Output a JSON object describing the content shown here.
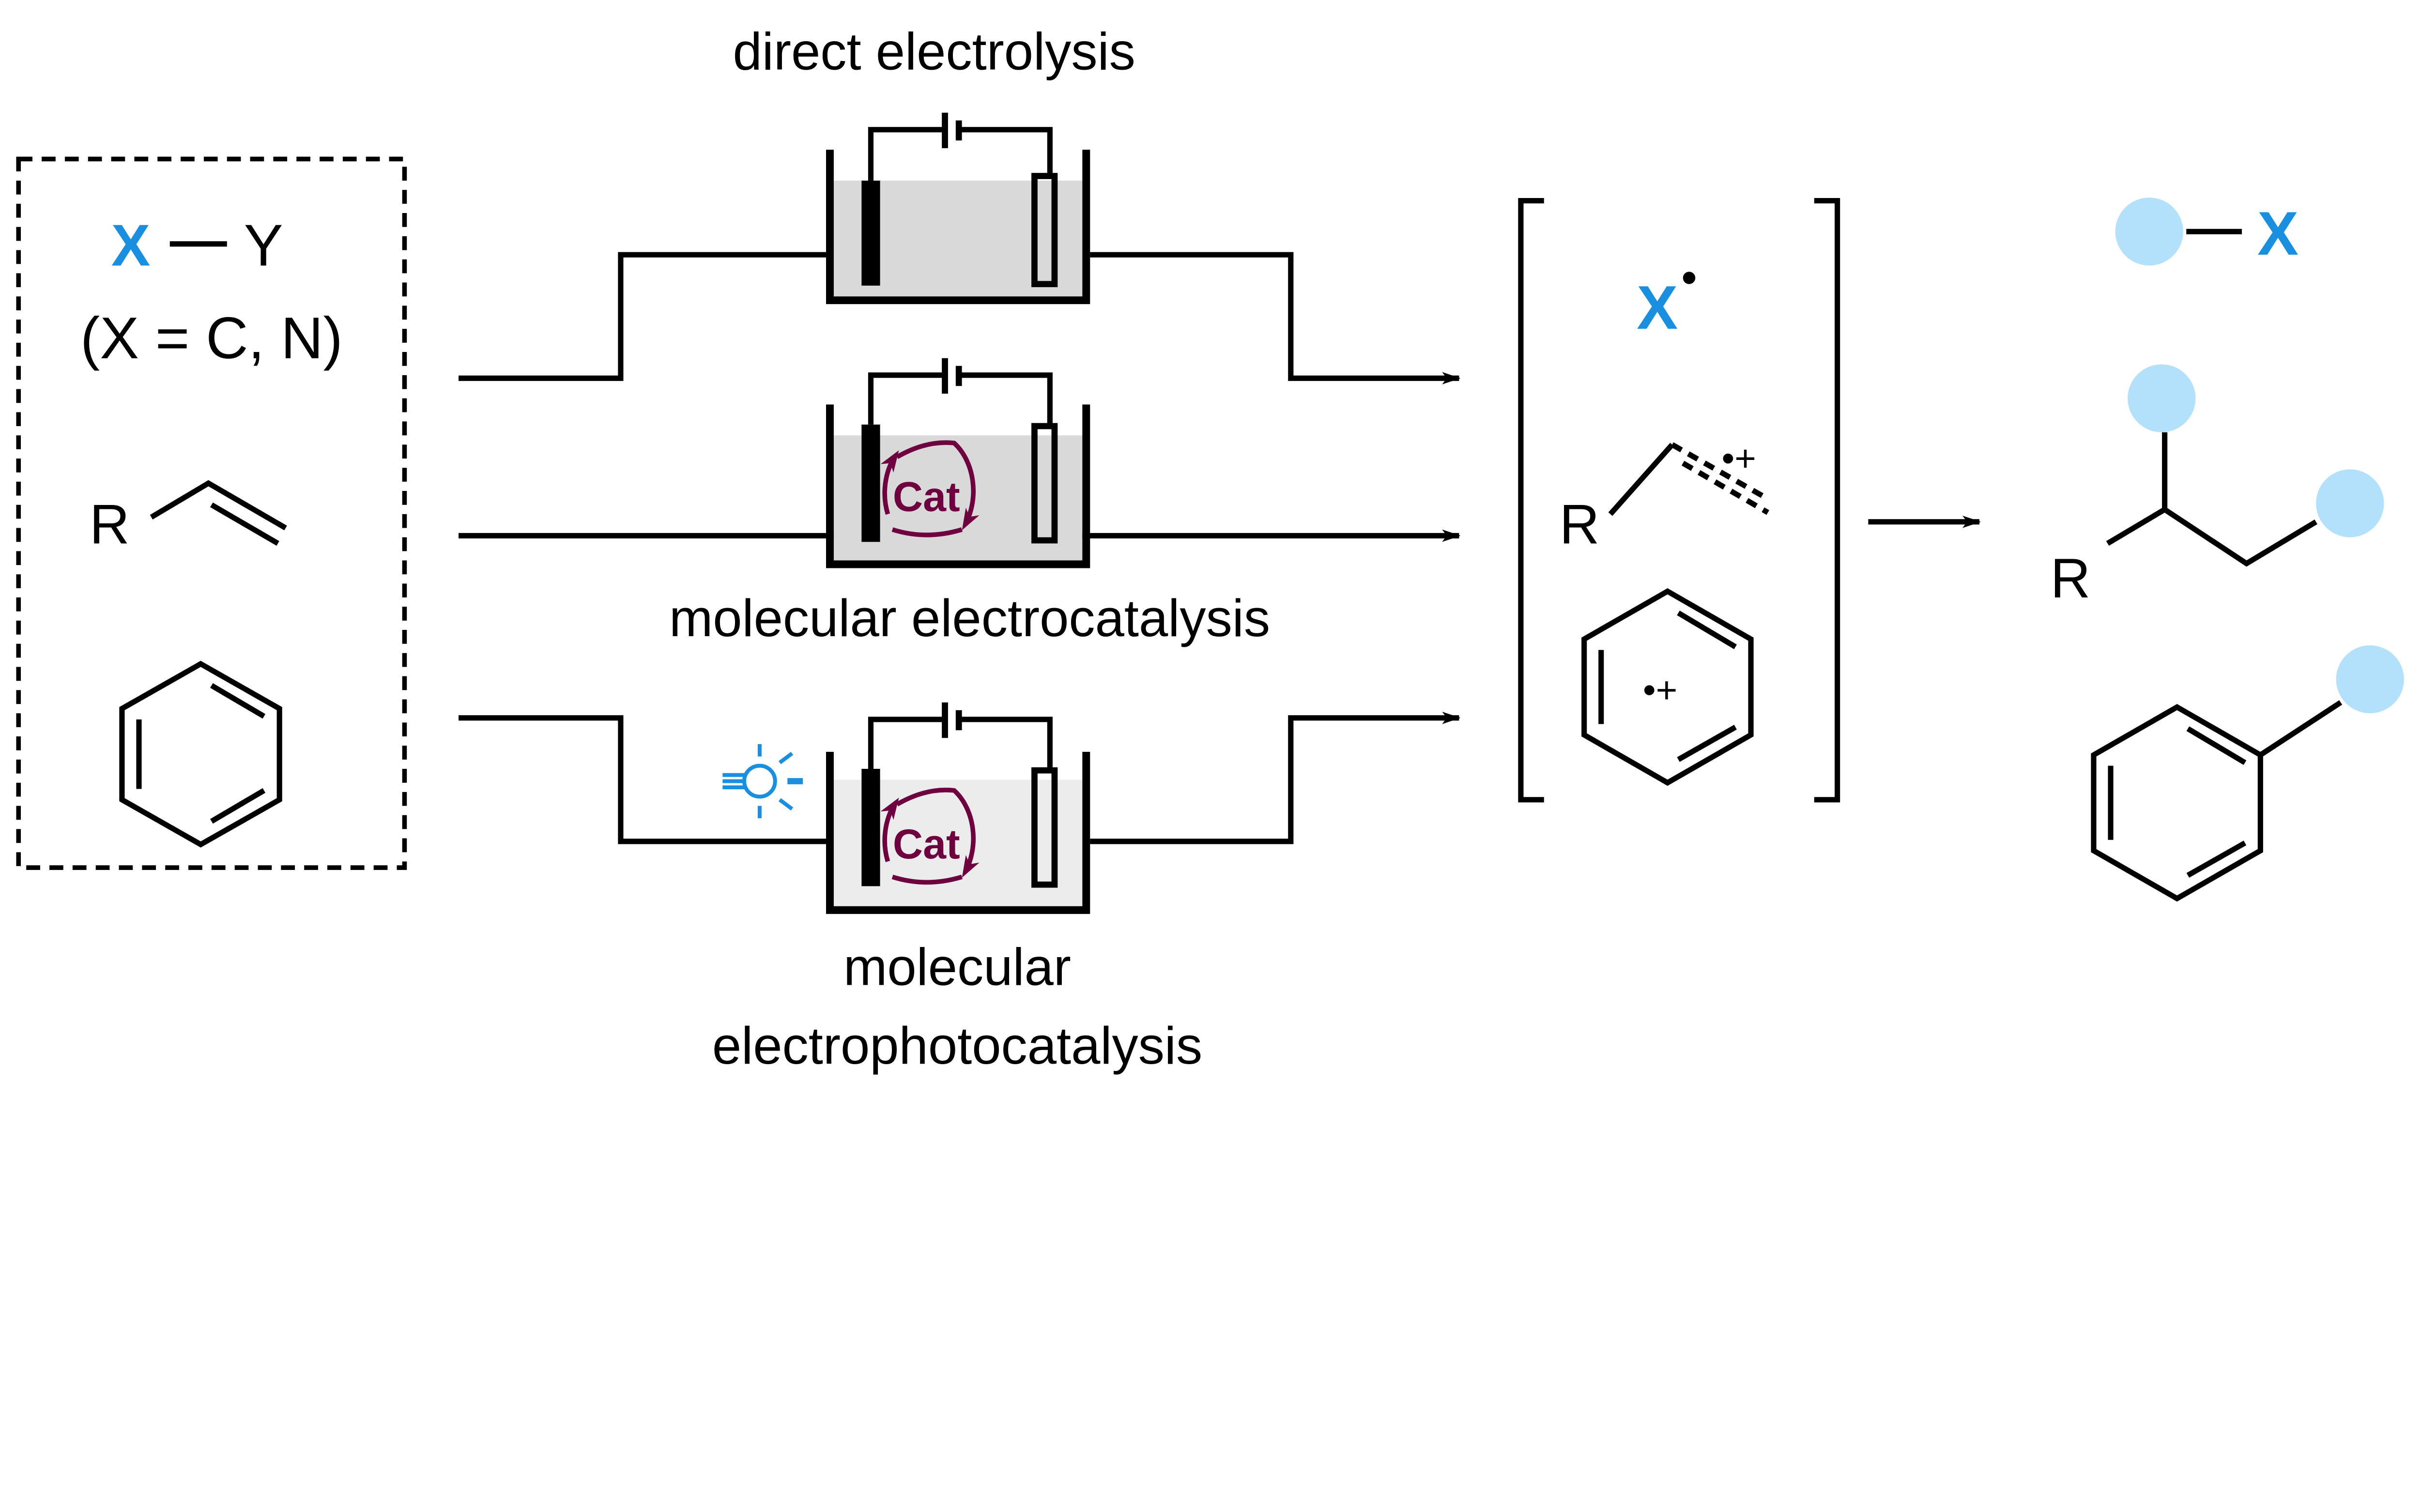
{
  "reactants": {
    "x_label": "X",
    "dash": "—",
    "y_label": "Y",
    "condition": "(X = C, N)",
    "alkene_r": "R"
  },
  "methods": {
    "direct": "direct electrolysis",
    "electrocatalysis": "molecular electrocatalysis",
    "photo_line1": "molecular",
    "photo_line2": "electrophotocatalysis",
    "cat_label": "Cat"
  },
  "intermediates": {
    "radical": "X",
    "radical_cation": "•+",
    "alkene_r": "R"
  },
  "products": {
    "x_label": "X",
    "r_label": "R"
  },
  "colors": {
    "accent_blue": "#1a8fe0",
    "substituent_circle": "#b3e0fa",
    "catalyst": "#6e0040",
    "solution": "#d9d9d9"
  },
  "icons": [
    "light-bulb-icon",
    "battery-icon",
    "catalytic-cycle-icon"
  ]
}
